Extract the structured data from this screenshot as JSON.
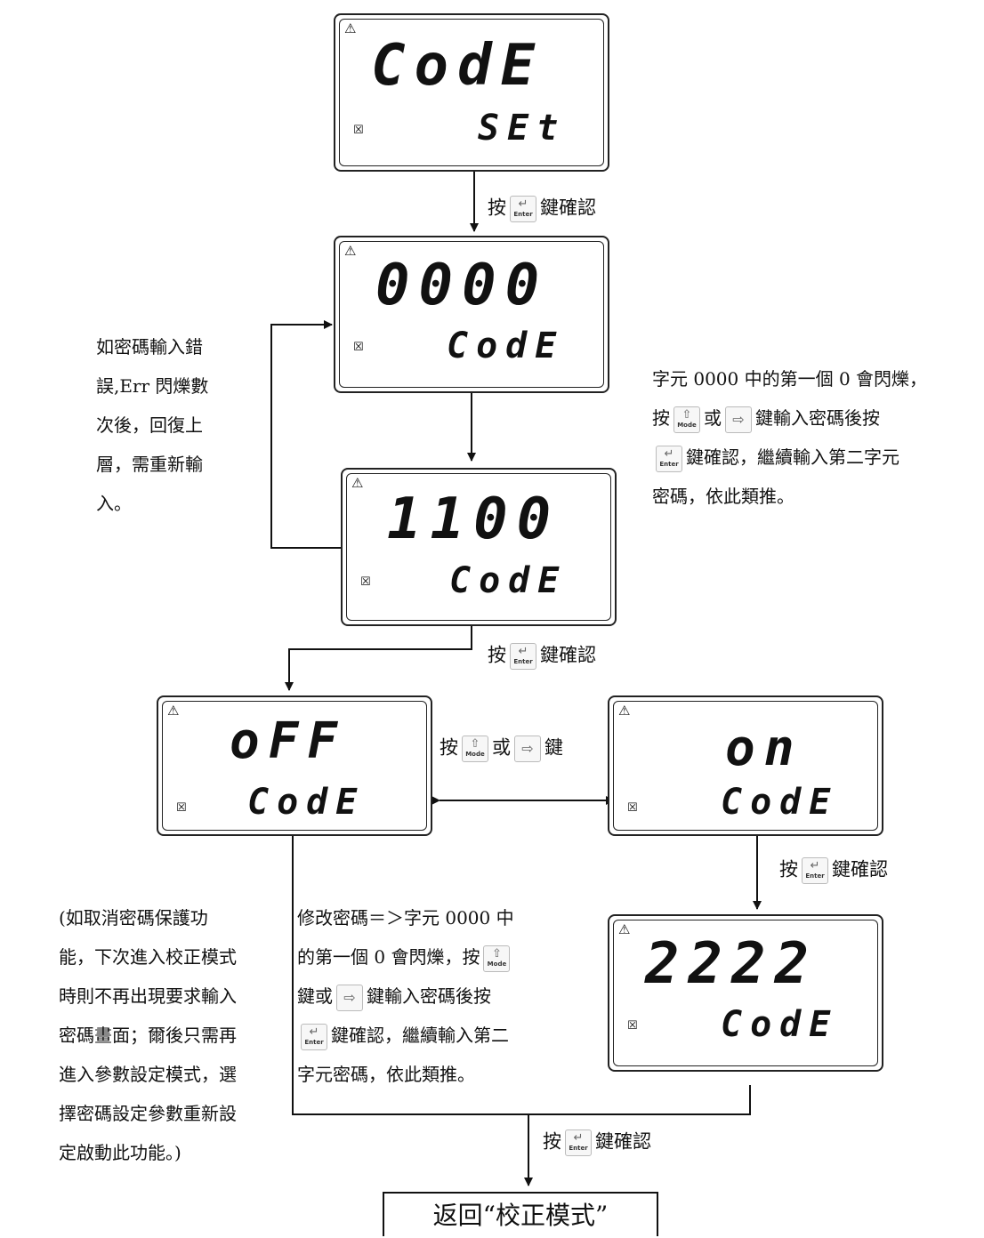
{
  "displays": {
    "set": {
      "warn": "⚠",
      "main": "CodE",
      "sub": "SEt"
    },
    "zero": {
      "warn": "⚠",
      "main": "0000",
      "sub": "CodE"
    },
    "digits": {
      "warn": "⚠",
      "main": "1100",
      "sub": "CodE"
    },
    "off": {
      "warn": "⚠",
      "main": "oFF",
      "sub": "CodE"
    },
    "on": {
      "warn": "⚠",
      "main": "on",
      "sub": "CodE"
    },
    "two": {
      "warn": "⚠",
      "main": "2222",
      "sub": "CodE"
    }
  },
  "keys": {
    "enter": "Enter",
    "mode": "Mode"
  },
  "labels": {
    "press": "按",
    "confirm": "鍵確認",
    "or": "或",
    "key": "鍵"
  },
  "notes": {
    "error_retry": [
      "如密碼輸入錯",
      "誤,Err 閃爍數",
      "次後，回復上",
      "層，需重新輸",
      "入。"
    ],
    "first_digit": [
      "字元 0000 中的第一個 0 會閃爍，",
      "鍵輸入密碼後按",
      "鍵確認，繼續輸入第二字元",
      "密碼，依此類推。"
    ],
    "cancel": [
      "(如取消密碼保護功",
      "能，下次進入校正模式",
      "時則不再出現要求輸入",
      "密碼畫面；爾後只需再",
      "進入參數設定模式，選",
      "擇密碼設定參數重新設",
      "定啟動此功能。)"
    ],
    "modify": [
      "修改密碼＝＞字元 0000 中",
      "的第一個 0 會閃爍，按",
      "鍵輸入密碼後按",
      "鍵確認，繼續輸入第二",
      "字元密碼，依此類推。"
    ]
  },
  "final_box": "返回“校正模式”"
}
